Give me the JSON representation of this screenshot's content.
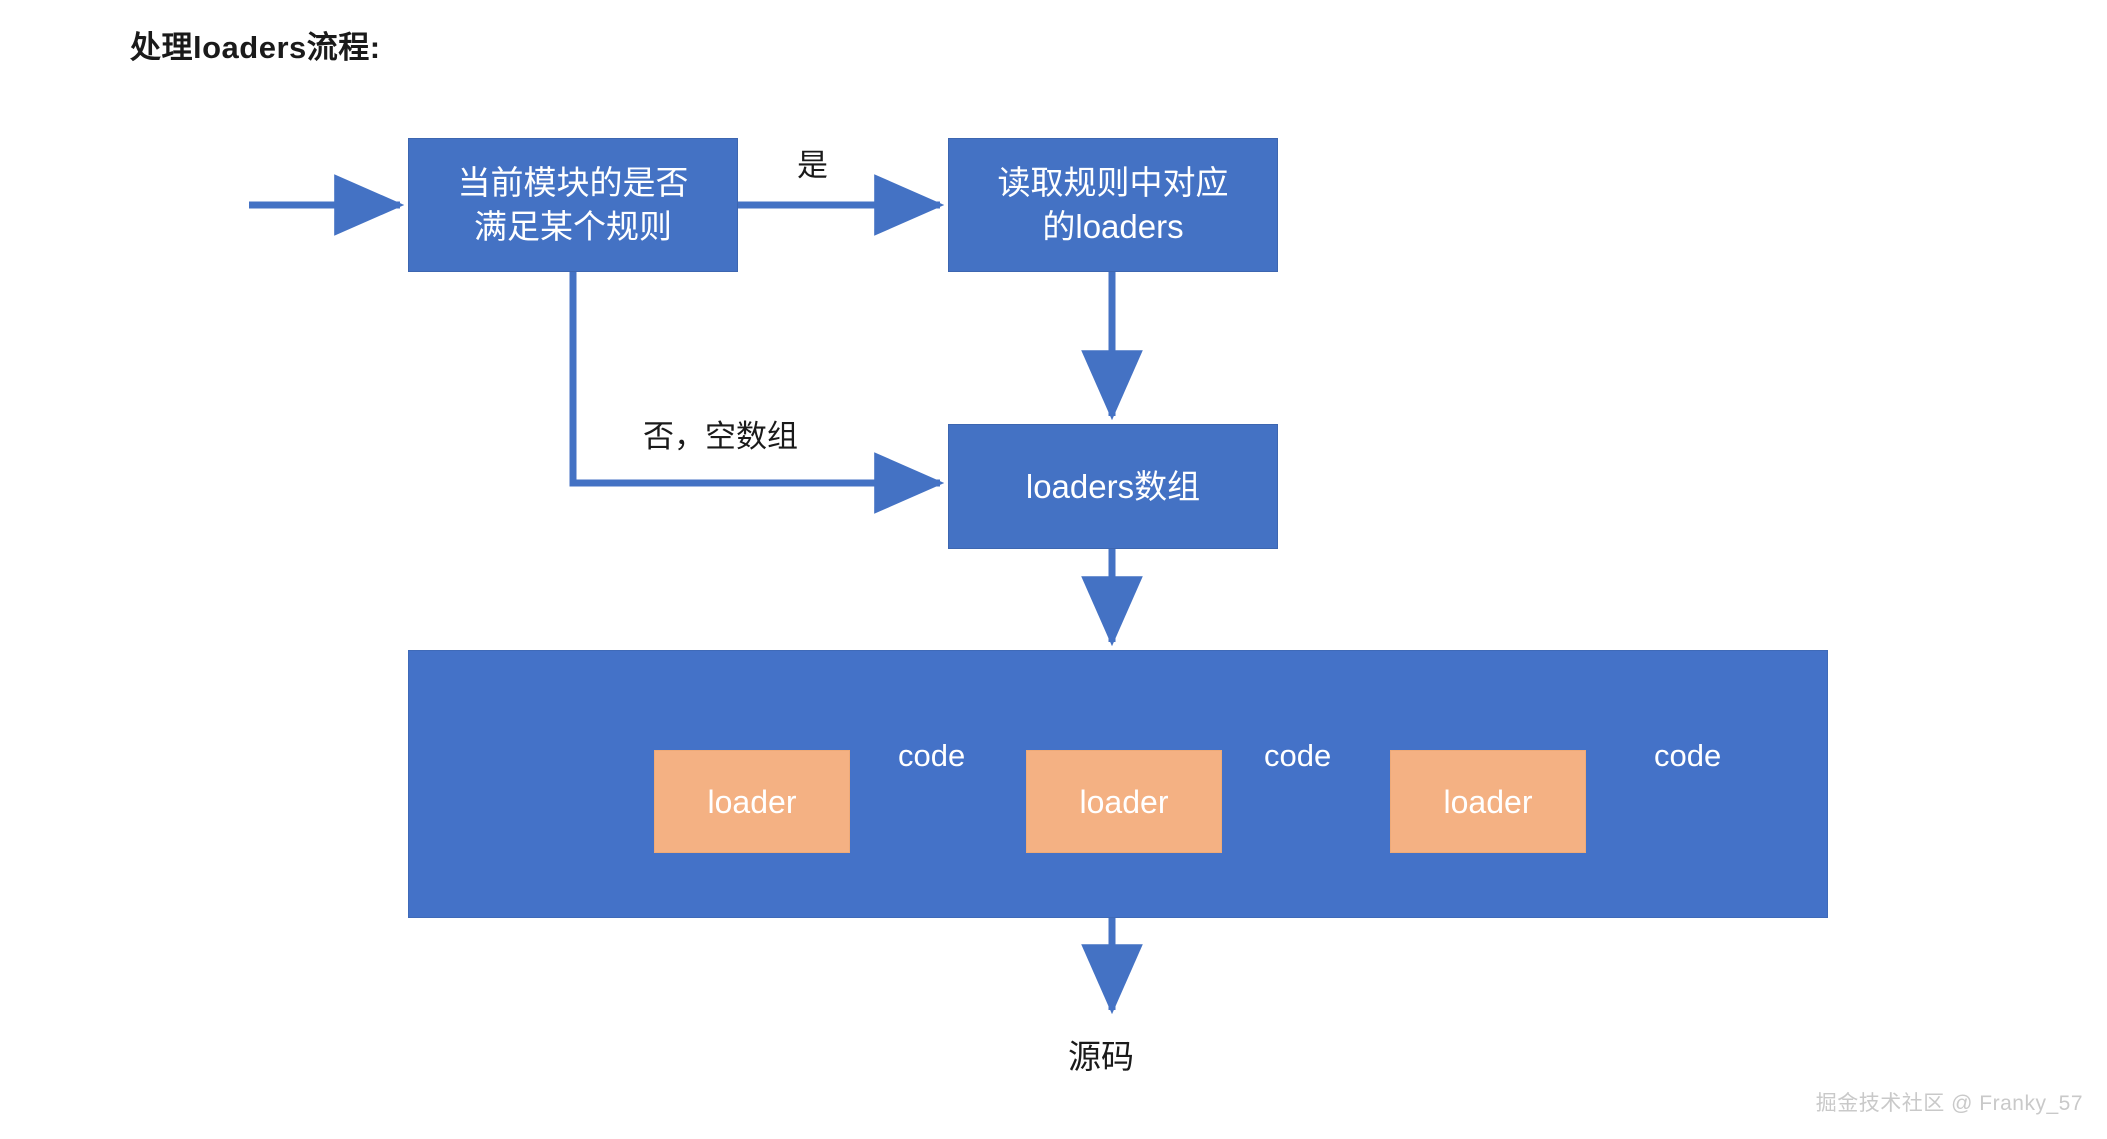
{
  "title": "处理loaders流程:",
  "colors": {
    "box_blue": "#4472C4",
    "panel_blue": "#4472C8",
    "loader_peach": "#F4B183",
    "arrow_blue": "#4472C4",
    "arrow_peach": "#F4B183",
    "text_dark": "#1a1a1a",
    "text_light": "#ffffff",
    "watermark_gray": "#c9c9c9",
    "background": "#ffffff"
  },
  "nodes": {
    "condition": {
      "line1": "当前模块的是否",
      "line2": "满足某个规则"
    },
    "read_rule": {
      "line1": "读取规则中对应",
      "line2": "的loaders"
    },
    "loaders_array": {
      "label": "loaders数组"
    }
  },
  "panel": {
    "loaders": [
      {
        "label": "loader"
      },
      {
        "label": "loader"
      },
      {
        "label": "loader"
      }
    ],
    "code_labels": [
      "code",
      "code",
      "code"
    ]
  },
  "edges": {
    "yes": "是",
    "no_empty_array": "否，空数组",
    "source_output": "源码"
  },
  "watermark": "掘金技术社区 @ Franky_57"
}
